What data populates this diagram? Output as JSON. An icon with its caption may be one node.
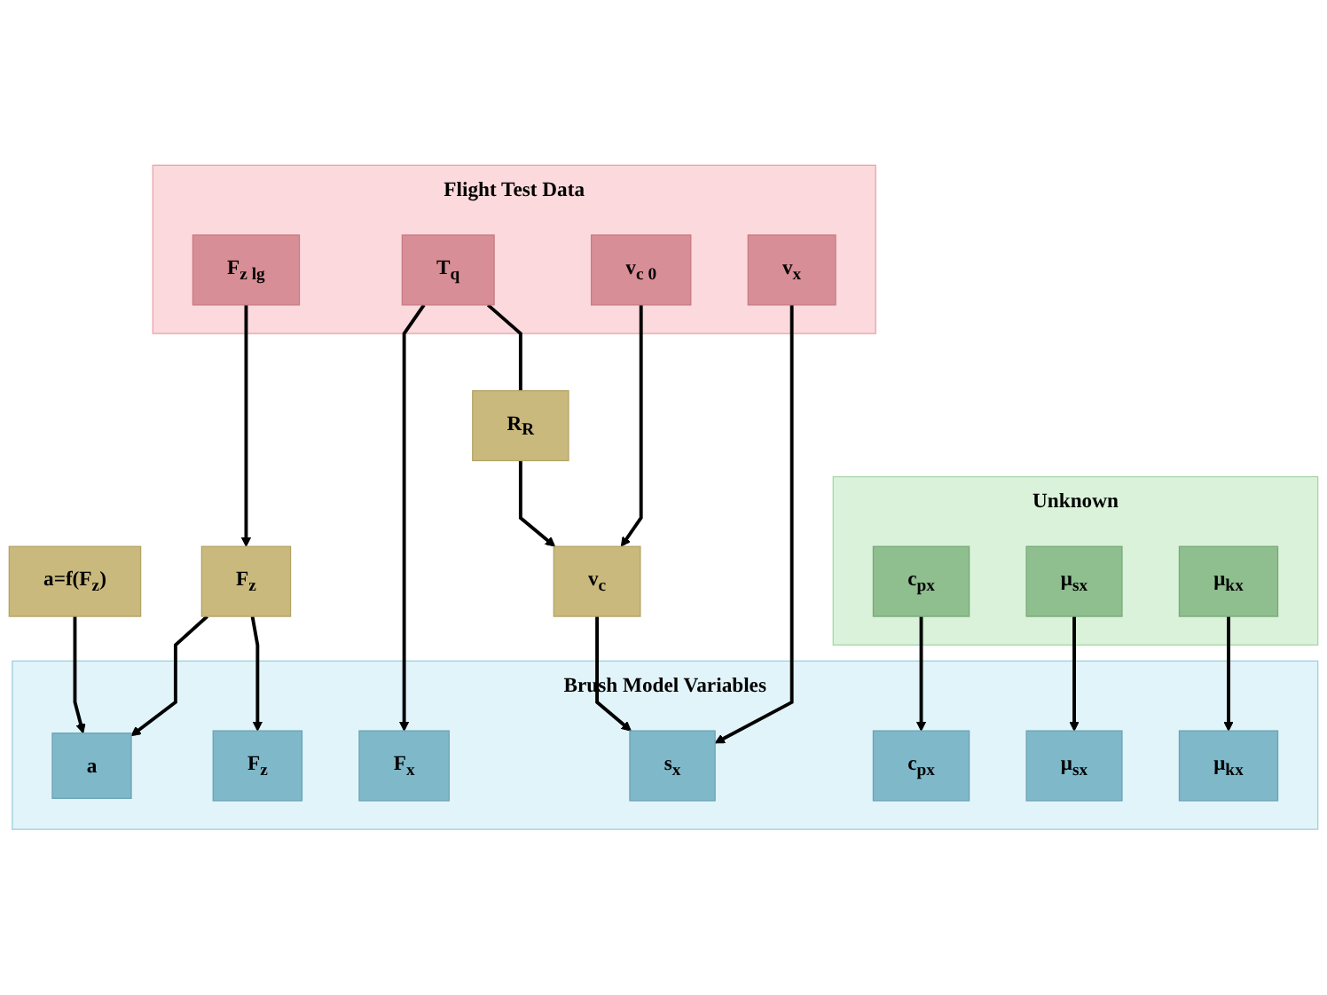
{
  "diagram": {
    "nodes": [
      {
        "text": [
          "Flight Test Data"
        ]
      },
      {
        "text": [
          "F$_{z lg}$"
        ],
        "in": 0
      },
      {
        "text": [
          "T$_{q}$"
        ],
        "in": 0
      },
      {
        "text": [
          "v$_{c 0}$"
        ],
        "in": 0
      },
      {
        "text": [
          "v$_{x}$"
        ],
        "in": 0
      },
      {
        "text": [
          "Unknown"
        ]
      },
      {
        "text": [
          "c$_{px}$"
        ],
        "in": 5
      },
      {
        "text": [
          "μ$_{sx}$"
        ],
        "in": 5
      },
      {
        "text": [
          "μ$_{kx}$"
        ],
        "in": 5
      },
      {
        "text": [
          "a=f(F$_{z}$)"
        ]
      },
      {
        "text": [
          "F$_{z}$"
        ]
      },
      {
        "text": [
          "R$_{R}$"
        ]
      },
      {
        "text": [
          "v$_{c}$"
        ]
      },
      {
        "text": [
          "Brush Model Variables"
        ]
      },
      {
        "text": [
          "a"
        ],
        "in": 13
      },
      {
        "text": [
          "F$_{z}$"
        ],
        "in": 13
      },
      {
        "text": [
          "F$_{x}$"
        ],
        "in": 13
      },
      {
        "text": [
          "s$_{x}$"
        ],
        "in": 13
      },
      {
        "text": [
          "c$_{px}$"
        ],
        "in": 13
      },
      {
        "text": [
          "μ$_{sx}$"
        ],
        "in": 13
      },
      {
        "text": [
          "μ$_{kx}$"
        ],
        "in": 13
      }
    ],
    "edges": [
      {
        "from": 1,
        "to": 10,
        "arrow": "to"
      },
      {
        "from": 9,
        "to": 14,
        "arrow": "to"
      },
      {
        "from": 10,
        "to": 14,
        "arrow": "to"
      },
      {
        "from": 10,
        "to": 15,
        "arrow": "to"
      },
      {
        "from": 2,
        "to": 16,
        "arrow": "to"
      },
      {
        "from": 2,
        "to": 11,
        "arrow": "none"
      },
      {
        "from": 11,
        "to": 12,
        "arrow": "to"
      },
      {
        "from": 3,
        "to": 12,
        "arrow": "to"
      },
      {
        "from": 12,
        "to": 17,
        "arrow": "to"
      },
      {
        "from": 4,
        "to": 17,
        "arrow": "to"
      },
      {
        "from": 6,
        "to": 18,
        "arrow": "to"
      },
      {
        "from": 7,
        "to": 19,
        "arrow": "to"
      },
      {
        "from": 8,
        "to": 20,
        "arrow": "to"
      }
    ]
  }
}
